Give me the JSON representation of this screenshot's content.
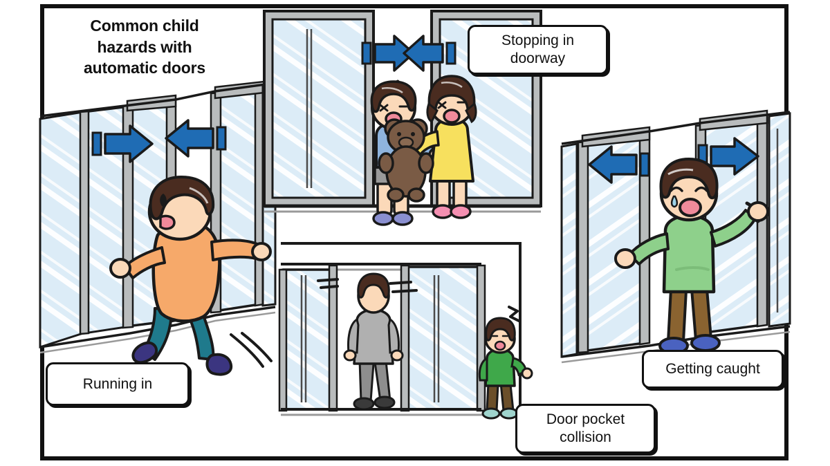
{
  "illustration": {
    "title": "Common child\nhazards with\nautomatic doors",
    "frame_color": "#111111",
    "background_color": "#ffffff"
  },
  "labels": {
    "stopping": "Stopping in\ndoorway",
    "running": "Running in",
    "pocket": "Door pocket\ncollision",
    "caught": "Getting caught"
  },
  "palette": {
    "arrow_blue": "#1f6cb4",
    "glass_blue": "#dcecf7",
    "glass_highlight": "#ffffff",
    "frame_gray": "#b9bcbd",
    "outline": "#1a1a1a",
    "skin": "#fbd9b9",
    "hair_brown": "#4a2c20",
    "shirt_orange": "#f6a96a",
    "jeans_teal": "#1f7a8c",
    "shoe_purple": "#3b3580",
    "shirt_blue": "#8fb4dd",
    "shorts_gray": "#9a9a9a",
    "dress_yellow": "#f7e05e",
    "shoe_pink": "#f48fb1",
    "bear_brown": "#7a5b45",
    "shirt_green": "#8ed08b",
    "pants_brown": "#8a6330",
    "shoe_blue": "#4a62c0",
    "adult_gray": "#b0b0b0",
    "adult_pants": "#8e8e8e",
    "shoe_black": "#3a3a3a",
    "mouth_pink": "#f08a9a"
  },
  "scenes": [
    {
      "id": "running-in",
      "name": "Running in",
      "position": "left",
      "description": "Child in orange shirt running through automatic sliding glass doors",
      "arrows": [
        {
          "direction": "right",
          "meaning": "door opening right"
        },
        {
          "direction": "left",
          "meaning": "door opening left"
        }
      ],
      "figures": [
        {
          "role": "child-running",
          "shirt": "orange",
          "pants": "teal",
          "shoes": "purple",
          "hair": "brown",
          "expression": "excited"
        }
      ]
    },
    {
      "id": "stopping-in-doorway",
      "name": "Stopping in doorway",
      "position": "top-center",
      "description": "Two children tugging a teddy bear while standing in the door opening",
      "arrows": [
        {
          "direction": "right",
          "meaning": "door closing"
        },
        {
          "direction": "left",
          "meaning": "door closing"
        }
      ],
      "figures": [
        {
          "role": "child-boy",
          "shirt": "blue",
          "bottoms": "gray shorts",
          "shoes": "purple",
          "hair": "brown",
          "expression": "crying"
        },
        {
          "role": "child-girl",
          "dress": "yellow",
          "shoes": "pink",
          "hair": "brown bob",
          "expression": "crying"
        },
        {
          "role": "teddy-bear",
          "color": "brown"
        }
      ]
    },
    {
      "id": "door-pocket-collision",
      "name": "Door pocket collision",
      "position": "bottom-center",
      "description": "Adult walks through open doors while a small child stands at the door pocket",
      "arrows": [],
      "figures": [
        {
          "role": "adult-walking",
          "top": "gray",
          "pants": "gray",
          "shoes": "black",
          "hair": "brown"
        },
        {
          "role": "child-at-pocket",
          "shirt": "green",
          "pants": "brown",
          "shoes": "teal",
          "hair": "brown",
          "expression": "worried"
        }
      ]
    },
    {
      "id": "getting-caught",
      "name": "Getting caught",
      "position": "right",
      "description": "Child in green shirt caught between closing door panels",
      "arrows": [
        {
          "direction": "left",
          "meaning": "door closing"
        },
        {
          "direction": "right",
          "meaning": "door closing"
        }
      ],
      "figures": [
        {
          "role": "child-caught",
          "shirt": "green",
          "pants": "brown",
          "shoes": "blue",
          "hair": "brown",
          "expression": "crying"
        }
      ]
    }
  ]
}
